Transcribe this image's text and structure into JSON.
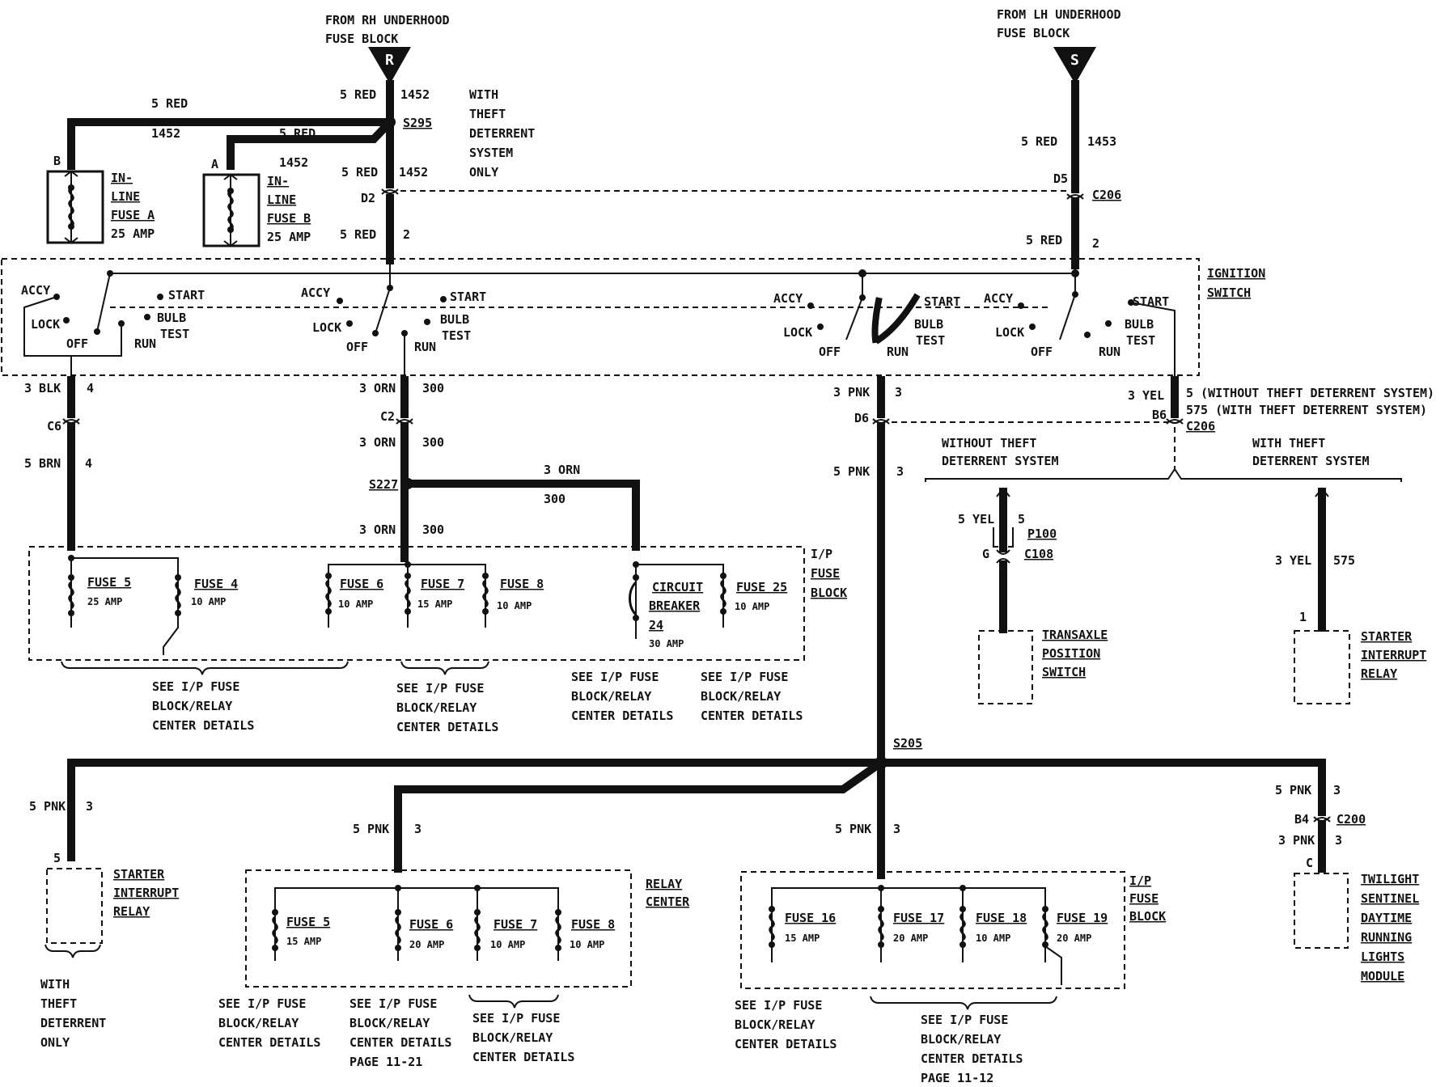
{
  "sources": {
    "rh": {
      "line1": "FROM RH UNDERHOOD",
      "line2": "FUSE BLOCK",
      "letter": "R"
    },
    "lh": {
      "line1": "FROM LH UNDERHOOD",
      "line2": "FUSE BLOCK",
      "letter": "S"
    }
  },
  "theft_note": [
    "WITH",
    "THEFT",
    "DETERRENT",
    "SYSTEM",
    "ONLY"
  ],
  "inline_fuses": [
    {
      "pin": "B",
      "lines": [
        "IN-",
        "LINE",
        "FUSE A",
        "25 AMP"
      ]
    },
    {
      "pin": "A",
      "lines": [
        "IN-",
        "LINE",
        "FUSE B",
        "25 AMP"
      ]
    }
  ],
  "ignition_switch": {
    "l1": "IGNITION",
    "l2": "SWITCH",
    "accy": "ACCY",
    "lock": "LOCK",
    "off": "OFF",
    "run": "RUN",
    "start": "START",
    "bulb": "BULB",
    "test": "TEST"
  },
  "wire_labels": {
    "red5": "5 RED",
    "w1452": "1452",
    "w1453": "1453",
    "w2": "2",
    "s295": "S295",
    "d2": "D2",
    "d5": "D5",
    "c206": "C206",
    "blk3": "3 BLK",
    "c6": "C6",
    "brn5": "5 BRN",
    "w4": "4",
    "orn3": "3 ORN",
    "w300": "300",
    "c2": "C2",
    "s227": "S227",
    "pnk3": "3 PNK",
    "pnk5": "5 PNK",
    "w3": "3",
    "d6": "D6",
    "yel3": "3 YEL",
    "b6": "B6",
    "yel_note1": "5 (WITHOUT THEFT DETERRENT SYSTEM)",
    "yel_note2": "575 (WITH THEFT DETERRENT SYSTEM)",
    "s205": "S205",
    "b4": "B4",
    "c200": "C200",
    "c": "C",
    "yel5": "5 YEL",
    "w5": "5",
    "p100": "P100",
    "c108": "C108",
    "g": "G",
    "w575": "575",
    "one": "1"
  },
  "without_theft": [
    "WITHOUT THEFT",
    "DETERRENT SYSTEM"
  ],
  "with_theft": [
    "WITH THEFT",
    "DETERRENT SYSTEM"
  ],
  "transaxle": [
    "TRANSAXLE",
    "POSITION",
    "SWITCH"
  ],
  "starter_relay": [
    "STARTER",
    "INTERRUPT",
    "RELAY"
  ],
  "ip_block_upper": {
    "label": [
      "I/P",
      "FUSE",
      "BLOCK"
    ],
    "fuses": [
      {
        "name": "FUSE 5",
        "amp": "25 AMP"
      },
      {
        "name": "FUSE 4",
        "amp": "10 AMP"
      },
      {
        "name": "FUSE 6",
        "amp": "10 AMP"
      },
      {
        "name": "FUSE 7",
        "amp": "15 AMP"
      },
      {
        "name": "FUSE 8",
        "amp": "10 AMP"
      },
      {
        "name": "FUSE 25",
        "amp": "10 AMP"
      }
    ],
    "breaker": [
      "CIRCUIT",
      "BREAKER",
      "24",
      "30 AMP"
    ]
  },
  "see_details": [
    "SEE I/P FUSE",
    "BLOCK/RELAY",
    "CENTER DETAILS"
  ],
  "page_1121": "PAGE 11-21",
  "page_1112": "PAGE 11-12",
  "relay_center": {
    "label": [
      "RELAY",
      "CENTER"
    ],
    "fuses": [
      {
        "name": "FUSE 5",
        "amp": "15 AMP"
      },
      {
        "name": "FUSE 6",
        "amp": "20 AMP"
      },
      {
        "name": "FUSE 7",
        "amp": "10 AMP"
      },
      {
        "name": "FUSE 8",
        "amp": "10 AMP"
      }
    ]
  },
  "ip_block_lower": {
    "label": [
      "I/P",
      "FUSE",
      "BLOCK"
    ],
    "fuses": [
      {
        "name": "FUSE 16",
        "amp": "15 AMP"
      },
      {
        "name": "FUSE 17",
        "amp": "20 AMP"
      },
      {
        "name": "FUSE 18",
        "amp": "10 AMP"
      },
      {
        "name": "FUSE 19",
        "amp": "20 AMP"
      }
    ]
  },
  "with_theft_only": [
    "WITH",
    "THEFT",
    "DETERRENT",
    "ONLY"
  ],
  "twilight": [
    "TWILIGHT",
    "SENTINEL",
    "DAYTIME",
    "RUNNING",
    "LIGHTS",
    "MODULE"
  ]
}
